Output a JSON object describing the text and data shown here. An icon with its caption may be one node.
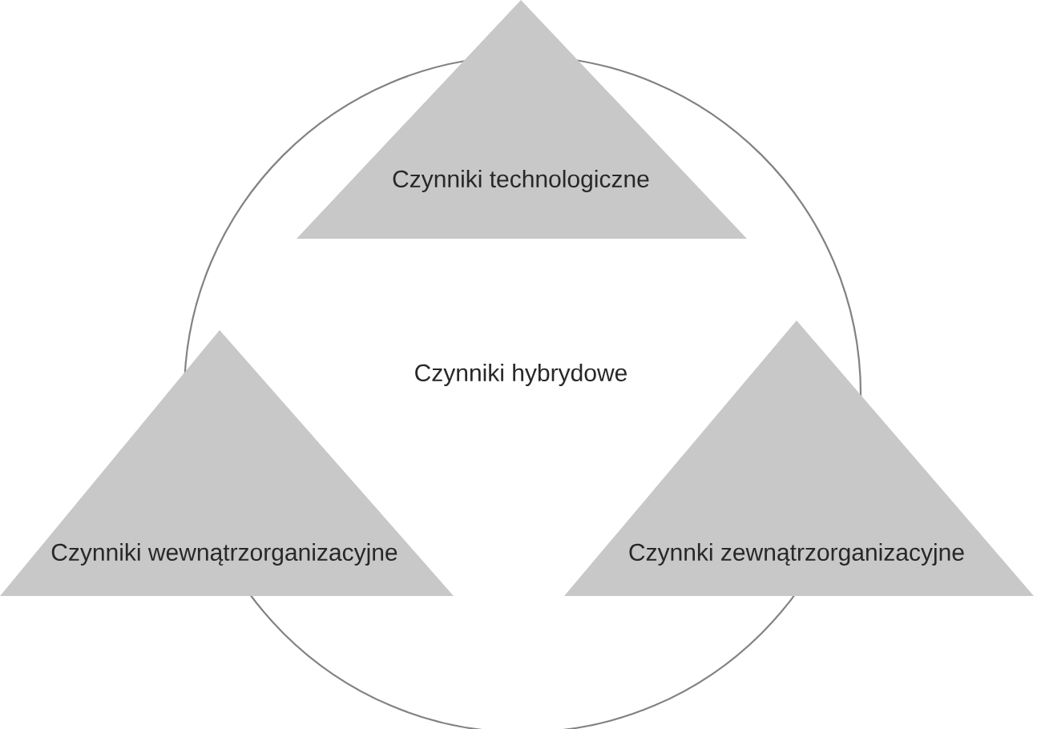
{
  "diagram": {
    "nodes": [
      {
        "text": [
          "Czynniki technologiczne"
        ]
      },
      {
        "text": [
          "Czynniki hybrydowe"
        ]
      },
      {
        "text": [
          "Czynniki wewnątrzorganizacyjne"
        ]
      },
      {
        "text": [
          "Czynnki zewnątrzorganizacyjne"
        ]
      }
    ]
  }
}
